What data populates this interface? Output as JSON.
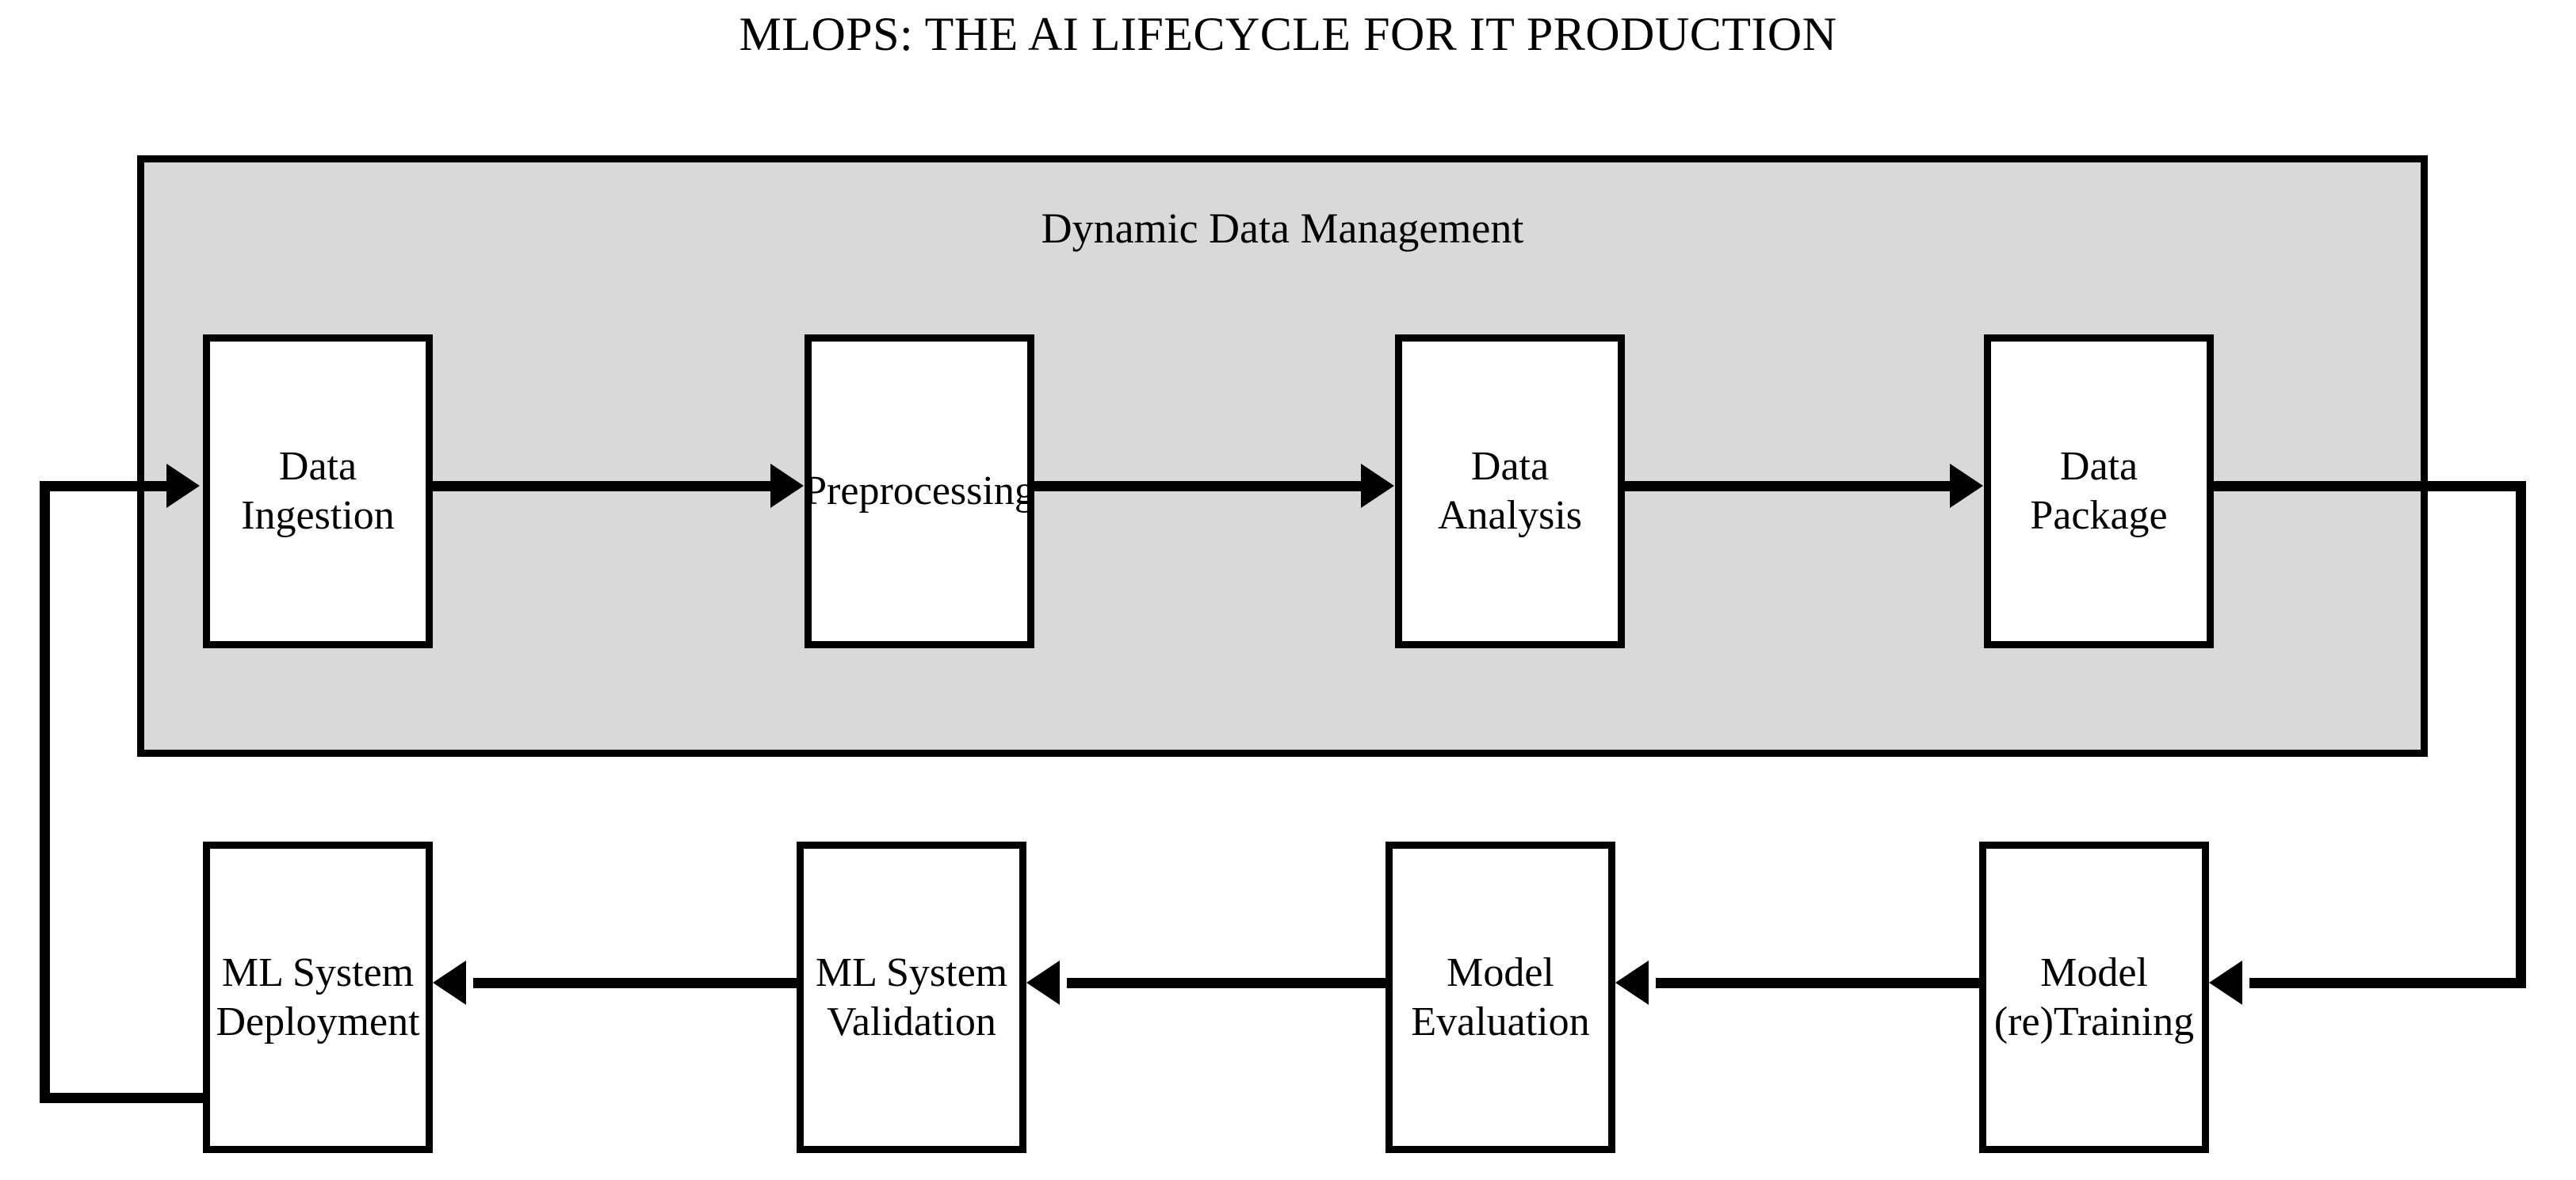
{
  "title": "MLOPS: THE AI LIFECYCLE FOR IT PRODUCTION",
  "colors": {
    "page_background": "#FFFFFF",
    "group_panel_fill": "#D9D9D9",
    "stroke": "#000000",
    "node_fill": "#FFFFFF",
    "text": "#000000"
  },
  "group_panel": {
    "label": "Dynamic Data Management"
  },
  "nodes": [
    {
      "id": "data-ingestion",
      "lines": [
        "Data",
        "Ingestion"
      ],
      "row": "top",
      "order": 1
    },
    {
      "id": "preprocessing",
      "lines": [
        "Preprocessing"
      ],
      "row": "top",
      "order": 2
    },
    {
      "id": "data-analysis",
      "lines": [
        "Data",
        "Analysis"
      ],
      "row": "top",
      "order": 3
    },
    {
      "id": "data-package",
      "lines": [
        "Data",
        "Package"
      ],
      "row": "top",
      "order": 4
    },
    {
      "id": "ml-system-deployment",
      "lines": [
        "ML System",
        "Deployment"
      ],
      "row": "bottom",
      "order": 1
    },
    {
      "id": "ml-system-validation",
      "lines": [
        "ML System",
        "Validation"
      ],
      "row": "bottom",
      "order": 2
    },
    {
      "id": "model-evaluation",
      "lines": [
        "Model",
        "Evaluation"
      ],
      "row": "bottom",
      "order": 3
    },
    {
      "id": "model-retraining",
      "lines": [
        "Model",
        "(re)Training"
      ],
      "row": "bottom",
      "order": 4
    }
  ],
  "edges": [
    {
      "id": "e1",
      "from": "data-ingestion",
      "to": "preprocessing",
      "direction": "right"
    },
    {
      "id": "e2",
      "from": "preprocessing",
      "to": "data-analysis",
      "direction": "right"
    },
    {
      "id": "e3",
      "from": "data-analysis",
      "to": "data-package",
      "direction": "right"
    },
    {
      "id": "e4",
      "from": "data-package",
      "to": "model-retraining",
      "direction": "right-wrap-down"
    },
    {
      "id": "e5",
      "from": "model-retraining",
      "to": "model-evaluation",
      "direction": "left"
    },
    {
      "id": "e6",
      "from": "model-evaluation",
      "to": "ml-system-validation",
      "direction": "left"
    },
    {
      "id": "e7",
      "from": "ml-system-validation",
      "to": "ml-system-deployment",
      "direction": "left"
    },
    {
      "id": "e8",
      "from": "ml-system-deployment",
      "to": "data-ingestion",
      "direction": "left-wrap-up"
    }
  ]
}
